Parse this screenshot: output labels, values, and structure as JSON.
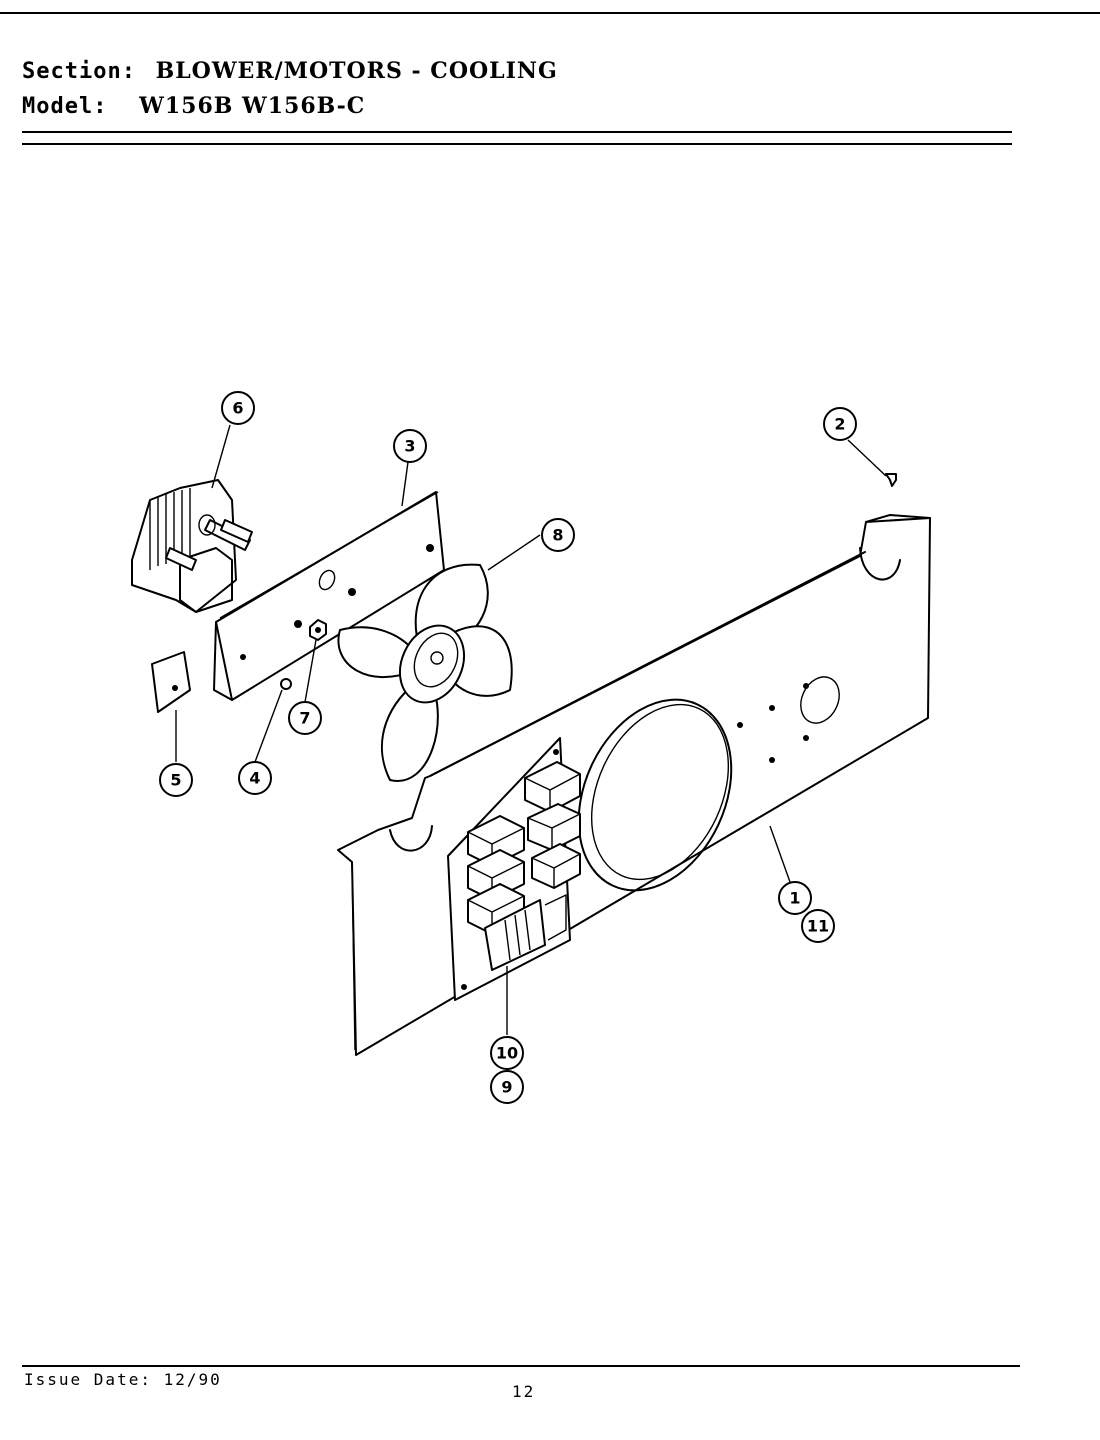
{
  "header": {
    "section_label": "Section:",
    "section_value": "BLOWER/MOTORS - COOLING",
    "model_label": "Model:",
    "model_value": "W156B  W156B-C"
  },
  "footer": {
    "issue_date": "Issue Date: 12/90",
    "page_number": "12"
  },
  "callouts": [
    "6",
    "3",
    "2",
    "8",
    "7",
    "5",
    "4",
    "1",
    "11",
    "10",
    "9"
  ]
}
